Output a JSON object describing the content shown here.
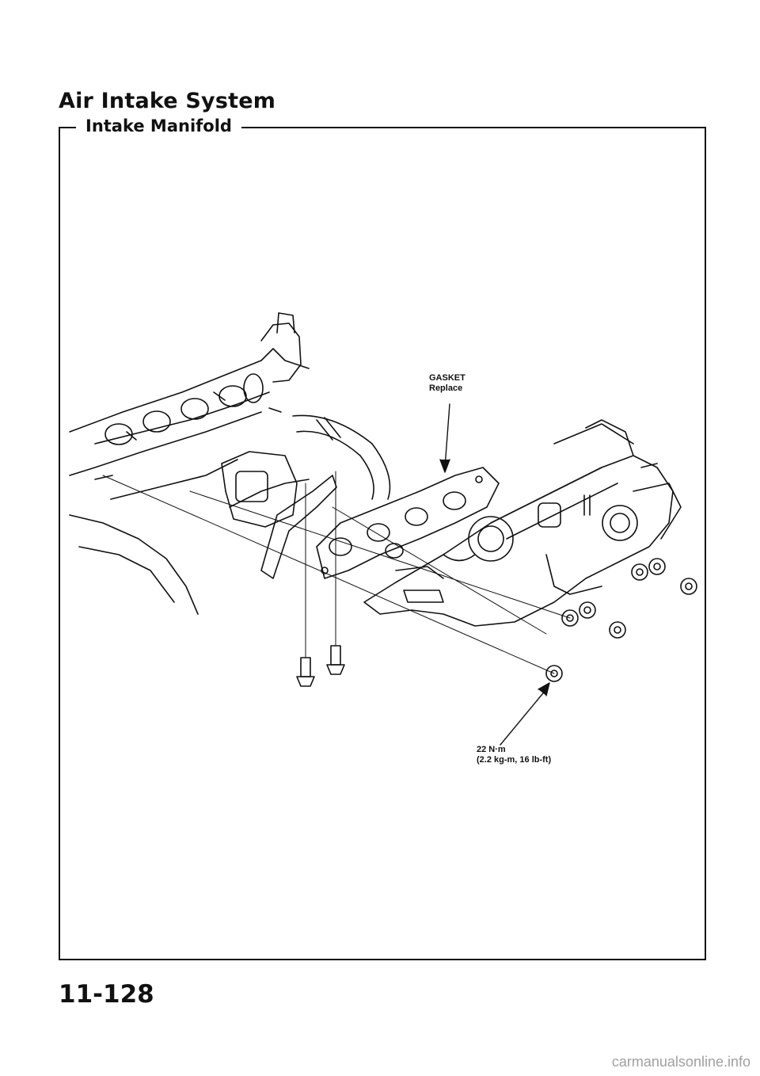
{
  "page": {
    "section_title": "Air Intake System",
    "subtitle": "Intake Manifold",
    "page_number": "11-128",
    "watermark": "carmanualsonline.info"
  },
  "callouts": {
    "gasket": {
      "name": "GASKET",
      "note": "Replace"
    },
    "torque": {
      "metric": "22 N·m",
      "conversions": "(2.2 kg-m, 16 lb-ft)"
    }
  },
  "colors": {
    "ink": "#111111",
    "paper": "#ffffff",
    "watermark": "#a0a0a0"
  }
}
